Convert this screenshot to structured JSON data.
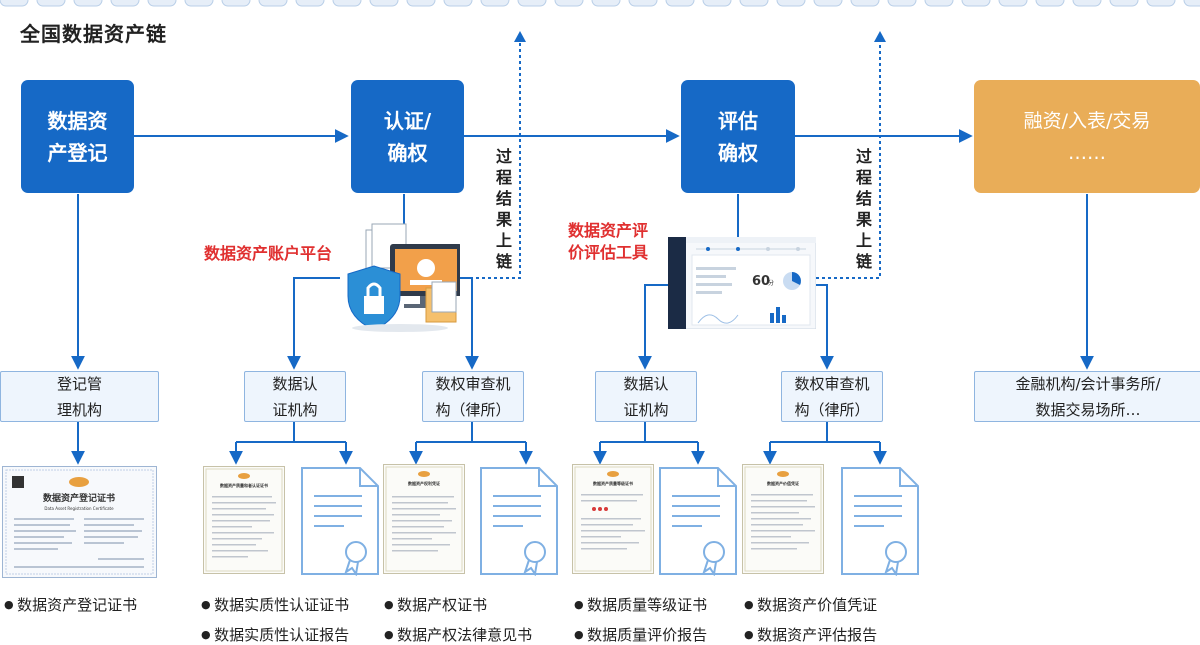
{
  "title": "全国数据资产链",
  "stages": {
    "register": "数据资\n产登记",
    "certify": "认证/\n确权",
    "evaluate": "评估\n确权",
    "finance": "融资/入表/交易\n……"
  },
  "vertical_labels": {
    "upload_1": "过程结果上链",
    "upload_2": "过程结果上链"
  },
  "platforms": {
    "account": "数据资产账户平台",
    "eval_tool": "数据资产评\n价评估工具"
  },
  "orgs": {
    "registry": "登记管\n理机构",
    "cert_org_1": "数据认\n证机构",
    "law_1": "数权审查机\n构（律所）",
    "cert_org_2": "数据认\n证机构",
    "law_2": "数权审查机\n构（律所）",
    "finance_org": "金融机构/会计事务所/\n数据交易场所…"
  },
  "certificate": {
    "registry_title": "数据资产登记证书",
    "registry_subtitle": "Data Asset Registration Certificate",
    "quality_title": "数据资产质量和者认证证书",
    "property_title": "数据资产权利凭证",
    "grade_title": "数据资产质量等级证书",
    "value_title": "数据资产价值凭证"
  },
  "outputs": {
    "o1": "数据资产登记证书",
    "o2a": "数据实质性认证证书",
    "o2b": "数据实质性认证报告",
    "o3a": "数据产权证书",
    "o3b": "数据产权法律意见书",
    "o4a": "数据质量等级证书",
    "o4b": "数据质量评价报告",
    "o5a": "数据资产价值凭证",
    "o5b": "数据资产评估报告"
  },
  "dashboard": {
    "score": "60",
    "score_suffix": "分"
  },
  "colors": {
    "primary": "#1669c6",
    "accent_orange": "#e9ad58",
    "red_label": "#e03030",
    "org_fill": "#eef5fd",
    "line": "#1669c6"
  }
}
